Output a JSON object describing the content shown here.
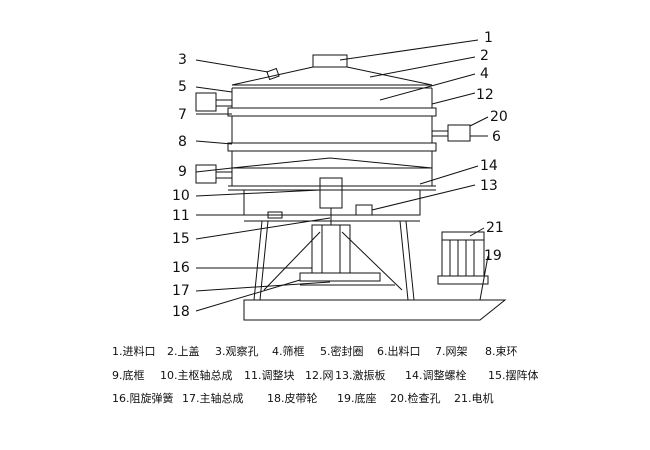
{
  "callouts": [
    "1",
    "2",
    "3",
    "4",
    "5",
    "7",
    "12",
    "20",
    "6",
    "8",
    "9",
    "14",
    "13",
    "10",
    "11",
    "15",
    "21",
    "19",
    "16",
    "17",
    "18"
  ],
  "legend": {
    "row1": [
      "1.进料口",
      "2.上盖",
      "3.观察孔",
      "4.筛框",
      "5.密封圈",
      "6.出料口",
      "7.网架",
      "8.束环"
    ],
    "row2": [
      "9.底框",
      "10.主枢轴总成",
      "11.调整块",
      "12.网",
      "13.激振板",
      "14.调整螺栓",
      "15.摆阵体"
    ],
    "row3": [
      "16.阻旋弹簧",
      "17.主轴总成",
      "18.皮带轮",
      "19.底座",
      "20.检查孔",
      "21.电机"
    ]
  }
}
